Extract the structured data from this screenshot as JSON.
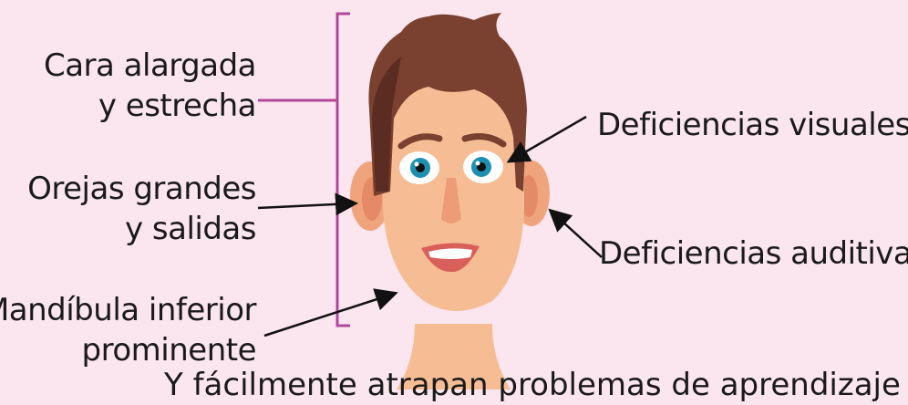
{
  "labels": {
    "face_line1": "Cara alargada",
    "face_line2": "y estrecha",
    "ears_line1": "Orejas grandes",
    "ears_line2": "y salidas",
    "jaw_line1": "Mandíbula inferior",
    "jaw_line2": "prominente",
    "visual": "Deficiencias visuales",
    "auditory": "Deficiencias auditivas"
  },
  "bottom_text": "Y fácilmente atrapan problemas de aprendizaje",
  "colors": {
    "background": "#fbe6f0",
    "bracket": "#b0479a",
    "hair": "#7a4030",
    "skin": "#f6bd95",
    "ear": "#f0a47c",
    "iris": "#1f8fb0",
    "line": "#111111"
  }
}
